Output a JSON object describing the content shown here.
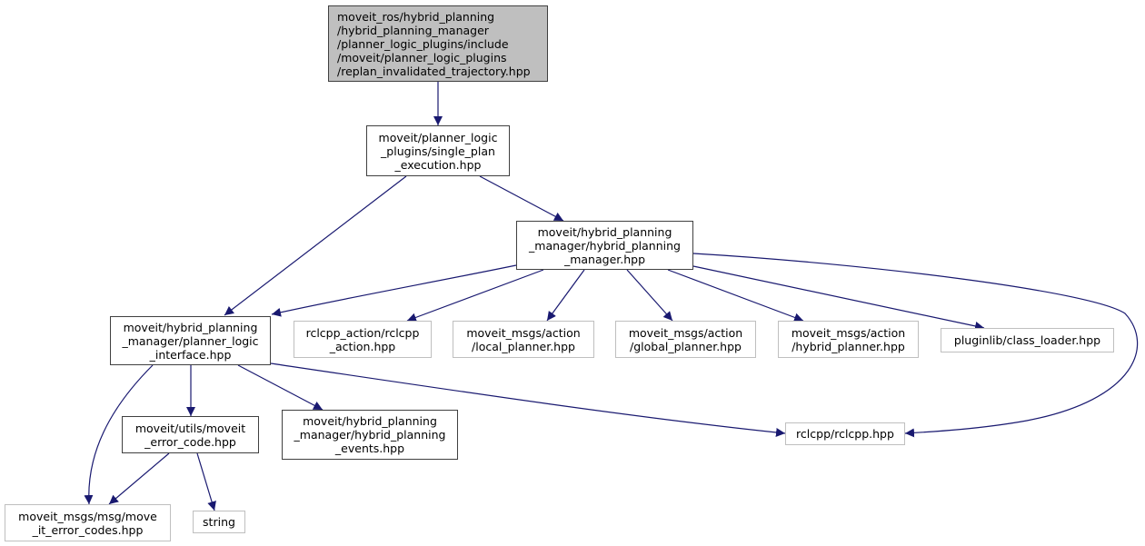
{
  "diagram": {
    "type": "include-dependency-graph",
    "edge_color": "#191970",
    "nodes": [
      {
        "id": "root",
        "label": "moveit_ros/hybrid_planning\n/hybrid_planning_manager\n/planner_logic_plugins/include\n/moveit/planner_logic_plugins\n/replan_invalidated_trajectory.hpp",
        "kind": "root"
      },
      {
        "id": "single_plan",
        "label": "moveit/planner_logic\n_plugins/single_plan\n_execution.hpp",
        "kind": "internal"
      },
      {
        "id": "hpm",
        "label": "moveit/hybrid_planning\n_manager/hybrid_planning\n_manager.hpp",
        "kind": "internal"
      },
      {
        "id": "pli",
        "label": "moveit/hybrid_planning\n_manager/planner_logic\n_interface.hpp",
        "kind": "internal"
      },
      {
        "id": "rclcpp_action",
        "label": "rclcpp_action/rclcpp\n_action.hpp",
        "kind": "external"
      },
      {
        "id": "local_planner",
        "label": "moveit_msgs/action\n/local_planner.hpp",
        "kind": "external"
      },
      {
        "id": "global_planner",
        "label": "moveit_msgs/action\n/global_planner.hpp",
        "kind": "external"
      },
      {
        "id": "hybrid_planner",
        "label": "moveit_msgs/action\n/hybrid_planner.hpp",
        "kind": "external"
      },
      {
        "id": "class_loader",
        "label": "pluginlib/class_loader.hpp",
        "kind": "external"
      },
      {
        "id": "error_code",
        "label": "moveit/utils/moveit\n_error_code.hpp",
        "kind": "internal"
      },
      {
        "id": "events",
        "label": "moveit/hybrid_planning\n_manager/hybrid_planning\n_events.hpp",
        "kind": "internal"
      },
      {
        "id": "rclcpp",
        "label": "rclcpp/rclcpp.hpp",
        "kind": "external"
      },
      {
        "id": "error_codes_msg",
        "label": "moveit_msgs/msg/move\n_it_error_codes.hpp",
        "kind": "external"
      },
      {
        "id": "string",
        "label": "string",
        "kind": "external"
      }
    ],
    "edges": [
      {
        "from": "root",
        "to": "single_plan"
      },
      {
        "from": "single_plan",
        "to": "pli"
      },
      {
        "from": "single_plan",
        "to": "hpm"
      },
      {
        "from": "hpm",
        "to": "pli"
      },
      {
        "from": "hpm",
        "to": "rclcpp_action"
      },
      {
        "from": "hpm",
        "to": "local_planner"
      },
      {
        "from": "hpm",
        "to": "global_planner"
      },
      {
        "from": "hpm",
        "to": "hybrid_planner"
      },
      {
        "from": "hpm",
        "to": "class_loader"
      },
      {
        "from": "hpm",
        "to": "rclcpp"
      },
      {
        "from": "pli",
        "to": "error_codes_msg"
      },
      {
        "from": "pli",
        "to": "error_code"
      },
      {
        "from": "pli",
        "to": "events"
      },
      {
        "from": "pli",
        "to": "rclcpp"
      },
      {
        "from": "error_code",
        "to": "error_codes_msg"
      },
      {
        "from": "error_code",
        "to": "string"
      }
    ]
  }
}
